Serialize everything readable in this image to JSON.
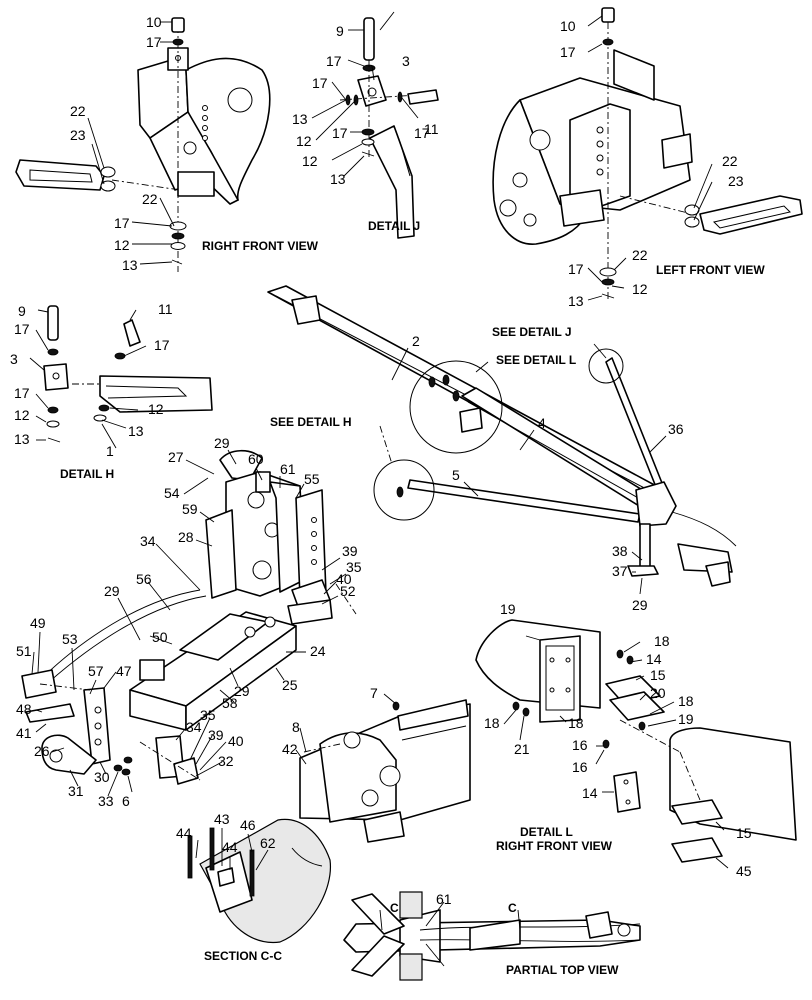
{
  "views": {
    "right_front": "RIGHT FRONT VIEW",
    "detail_j": "DETAIL J",
    "left_front": "LEFT FRONT VIEW",
    "see_j": "SEE DETAIL  J",
    "see_l": "SEE DETAIL L",
    "see_h": "SEE DETAIL  H",
    "detail_h": "DETAIL H",
    "detail_l": "DETAIL  L",
    "detail_l_sub": "RIGHT FRONT VIEW",
    "section_cc": "SECTION  C-C",
    "partial_top": "PARTIAL TOP VIEW",
    "section_mark": "C"
  },
  "callouts": [
    "10",
    "17",
    "22",
    "23",
    "22",
    "17",
    "12",
    "13",
    "9",
    "17",
    "3",
    "17",
    "13",
    "12",
    "17",
    "11",
    "17",
    "12",
    "13",
    "10",
    "17",
    "22",
    "23",
    "22",
    "17",
    "12",
    "13",
    "9",
    "11",
    "17",
    "3",
    "17",
    "17",
    "12",
    "12",
    "13",
    "13",
    "1",
    "2",
    "4",
    "5",
    "36",
    "38",
    "37",
    "29",
    "27",
    "54",
    "29",
    "60",
    "61",
    "55",
    "59",
    "28",
    "34",
    "39",
    "35",
    "40",
    "52",
    "29",
    "56",
    "49",
    "53",
    "50",
    "57",
    "51",
    "47",
    "24",
    "29",
    "25",
    "58",
    "48",
    "41",
    "34",
    "35",
    "39",
    "40",
    "32",
    "26",
    "30",
    "31",
    "33",
    "6",
    "7",
    "8",
    "42",
    "19",
    "18",
    "14",
    "15",
    "20",
    "18",
    "19",
    "18",
    "21",
    "18",
    "16",
    "16",
    "14",
    "15",
    "45",
    "44",
    "43",
    "44",
    "46",
    "62",
    "61"
  ]
}
